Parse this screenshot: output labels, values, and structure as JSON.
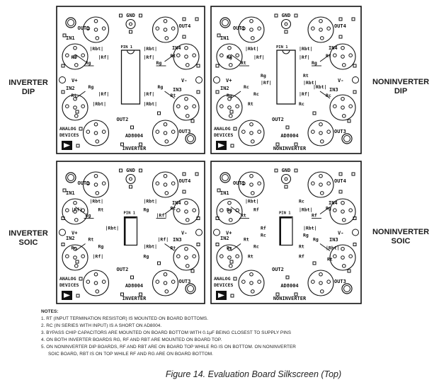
{
  "boards": [
    {
      "label_line1": "INVERTER",
      "label_line2": "DIP",
      "package": "dip",
      "gnd": "GND",
      "out1": "OUT1",
      "out2": "OUT2",
      "out3": "OUT3",
      "out4": "OUT4",
      "in1": "IN1",
      "in2": "IN2",
      "in3": "IN3",
      "in4": "IN4",
      "vplus": "V+",
      "vminus": "V-",
      "pin1": "PIN 1",
      "part": "AD8004",
      "mode": "INVERTER",
      "logo_line1": "ANALOG",
      "logo_line2": "DEVICES",
      "resistor_labels": [
        "|Rbt|",
        "|Rf|",
        "Rg",
        "Rt",
        "|Rbt|",
        "|Rf|",
        "Rg",
        "Rt",
        "Rg",
        "|Rf|",
        "|Rbt|",
        "Rt",
        "|Rf|",
        "Rg",
        "|Rbt|",
        "Rt"
      ]
    },
    {
      "label_line1": "NONINVERTER",
      "label_line2": "DIP",
      "package": "dip",
      "gnd": "GND",
      "out1": "OUT1",
      "out2": "OUT2",
      "out3": "OUT3",
      "out4": "OUT4",
      "in1": "IN1",
      "in2": "IN2",
      "in3": "IN3",
      "in4": "IN4",
      "vplus": "V+",
      "vminus": "V-",
      "pin1": "PIN 1",
      "part": "AD8004",
      "mode": "NONINVERTER",
      "logo_line1": "ANALOG",
      "logo_line2": "DEVICES",
      "resistor_labels": [
        "|Rbt|",
        "|Rf|",
        "Rt",
        "Rg",
        "|Rbt|",
        "|Rf|",
        "Rg",
        "Rt",
        "Rc",
        "Rc",
        "Rt",
        "Rg",
        "|Rf|",
        "|Rbt|",
        "Rc",
        "Rc",
        "Rg",
        "Rt",
        "|Rf|",
        "|Rbt|"
      ]
    },
    {
      "label_line1": "INVERTER",
      "label_line2": "SOIC",
      "package": "soic",
      "gnd": "GND",
      "out1": "OUT1",
      "out2": "OUT2",
      "out3": "OUT3",
      "out4": "OUT4",
      "in1": "IN1",
      "in2": "IN2",
      "in3": "IN3",
      "in4": "IN4",
      "vplus": "V+",
      "vminus": "V-",
      "pin1": "PIN 1",
      "part": "AD8004",
      "mode": "INVERTER",
      "logo_line1": "ANALOG",
      "logo_line2": "DEVICES",
      "resistor_labels": [
        "|Rbt|",
        "Rt",
        "Rg",
        "|Rf|",
        "|Rbt|",
        "Rg",
        "|Rf|",
        "Rc",
        "Rt",
        "Rg",
        "|Rf|",
        "Rc",
        "|Rbt|",
        "|Rf|",
        "Rg",
        "Rt",
        "|Rbt|"
      ]
    },
    {
      "label_line1": "NONINVERTER",
      "label_line2": "SOIC",
      "package": "soic",
      "gnd": "GND",
      "out1": "OUT1",
      "out2": "OUT2",
      "out3": "OUT3",
      "out4": "OUT4",
      "in1": "IN1",
      "in2": "IN2",
      "in3": "IN3",
      "in4": "IN4",
      "vplus": "V+",
      "vminus": "V-",
      "pin1": "PIN 1",
      "part": "AD8004",
      "mode": "NONINVERTER",
      "logo_line1": "ANALOG",
      "logo_line2": "DEVICES",
      "resistor_labels": [
        "|Rbt|",
        "Rf",
        "Rt",
        "Rg",
        "Rc",
        "|Rbt|",
        "Rf",
        "Rg",
        "Rt",
        "Rc",
        "Rt",
        "Rc",
        "Rt",
        "Rg",
        "Rf",
        "|Rbt|",
        "Rf",
        "|Rbt|",
        "Rc",
        "Rg",
        "Rt"
      ]
    }
  ],
  "notes": {
    "header": "NOTES:",
    "items": [
      "1. RT (INPUT TERMINATION RESISTOR) IS MOUNTED ON BOARD BOTTOMS.",
      "2. RC (IN SERIES WITH INPUT) IS A SHORT ON AD8004.",
      "3. BYPASS CHIP CAPACITORS ARE MOUNTED ON BOARD BOTTOM WITH 0.1μF BEING CLOSEST TO SUPPLY PINS",
      "4. ON BOTH INVERTER BOARDS RG, RF AND RBT ARE MOUNTED ON BOARD TOP.",
      "5. ON NONINVERTER DIP BOARDS, RF AND RBT ARE ON BOARD TOP WHILE RG IS ON BOTTOM. ON NONINVERTER"
    ],
    "item5_continued": "SOIC BOARD, RBT IS ON TOP WHILE RF AND RG ARE ON BOARD BOTTOM."
  },
  "caption": "Figure 14. Evaluation Board Silkscreen (Top)",
  "colors": {
    "ink": "#111111",
    "paper": "#ffffff"
  }
}
